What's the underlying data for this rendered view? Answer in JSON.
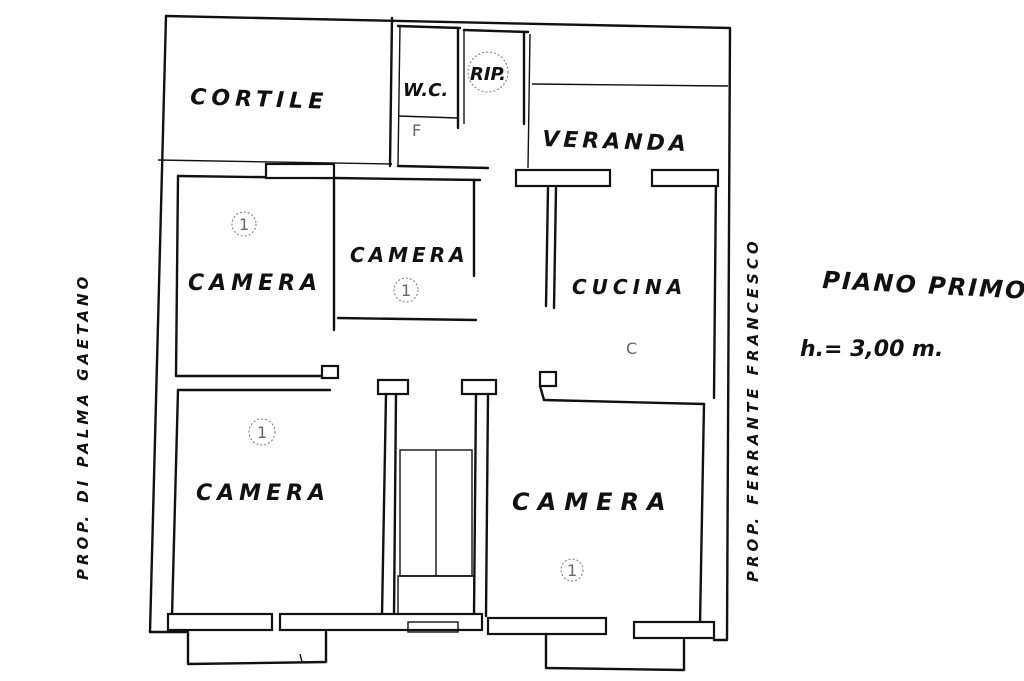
{
  "title": "PIANO PRIMO",
  "height_note": "h.= 3,00 m.",
  "rooms": {
    "cortile": "CORTILE",
    "wc": "W.C.",
    "rip": "RIP.",
    "veranda": "VERANDA",
    "camera_top_left": "CAMERA",
    "camera_center": "CAMERA",
    "cucina": "CUCINA",
    "camera_bottom_left": "CAMERA",
    "camera_bottom_right": "CAMERA"
  },
  "neighbors": {
    "left": "PROP. DI PALMA GAETANO",
    "right": "PROP. FERRANTE FRANCESCO"
  },
  "room_marks": {
    "wc": "F",
    "camera_top_left": "1",
    "camera_center": "1",
    "cucina": "C",
    "camera_bottom_left": "1",
    "camera_bottom_right": "1"
  }
}
